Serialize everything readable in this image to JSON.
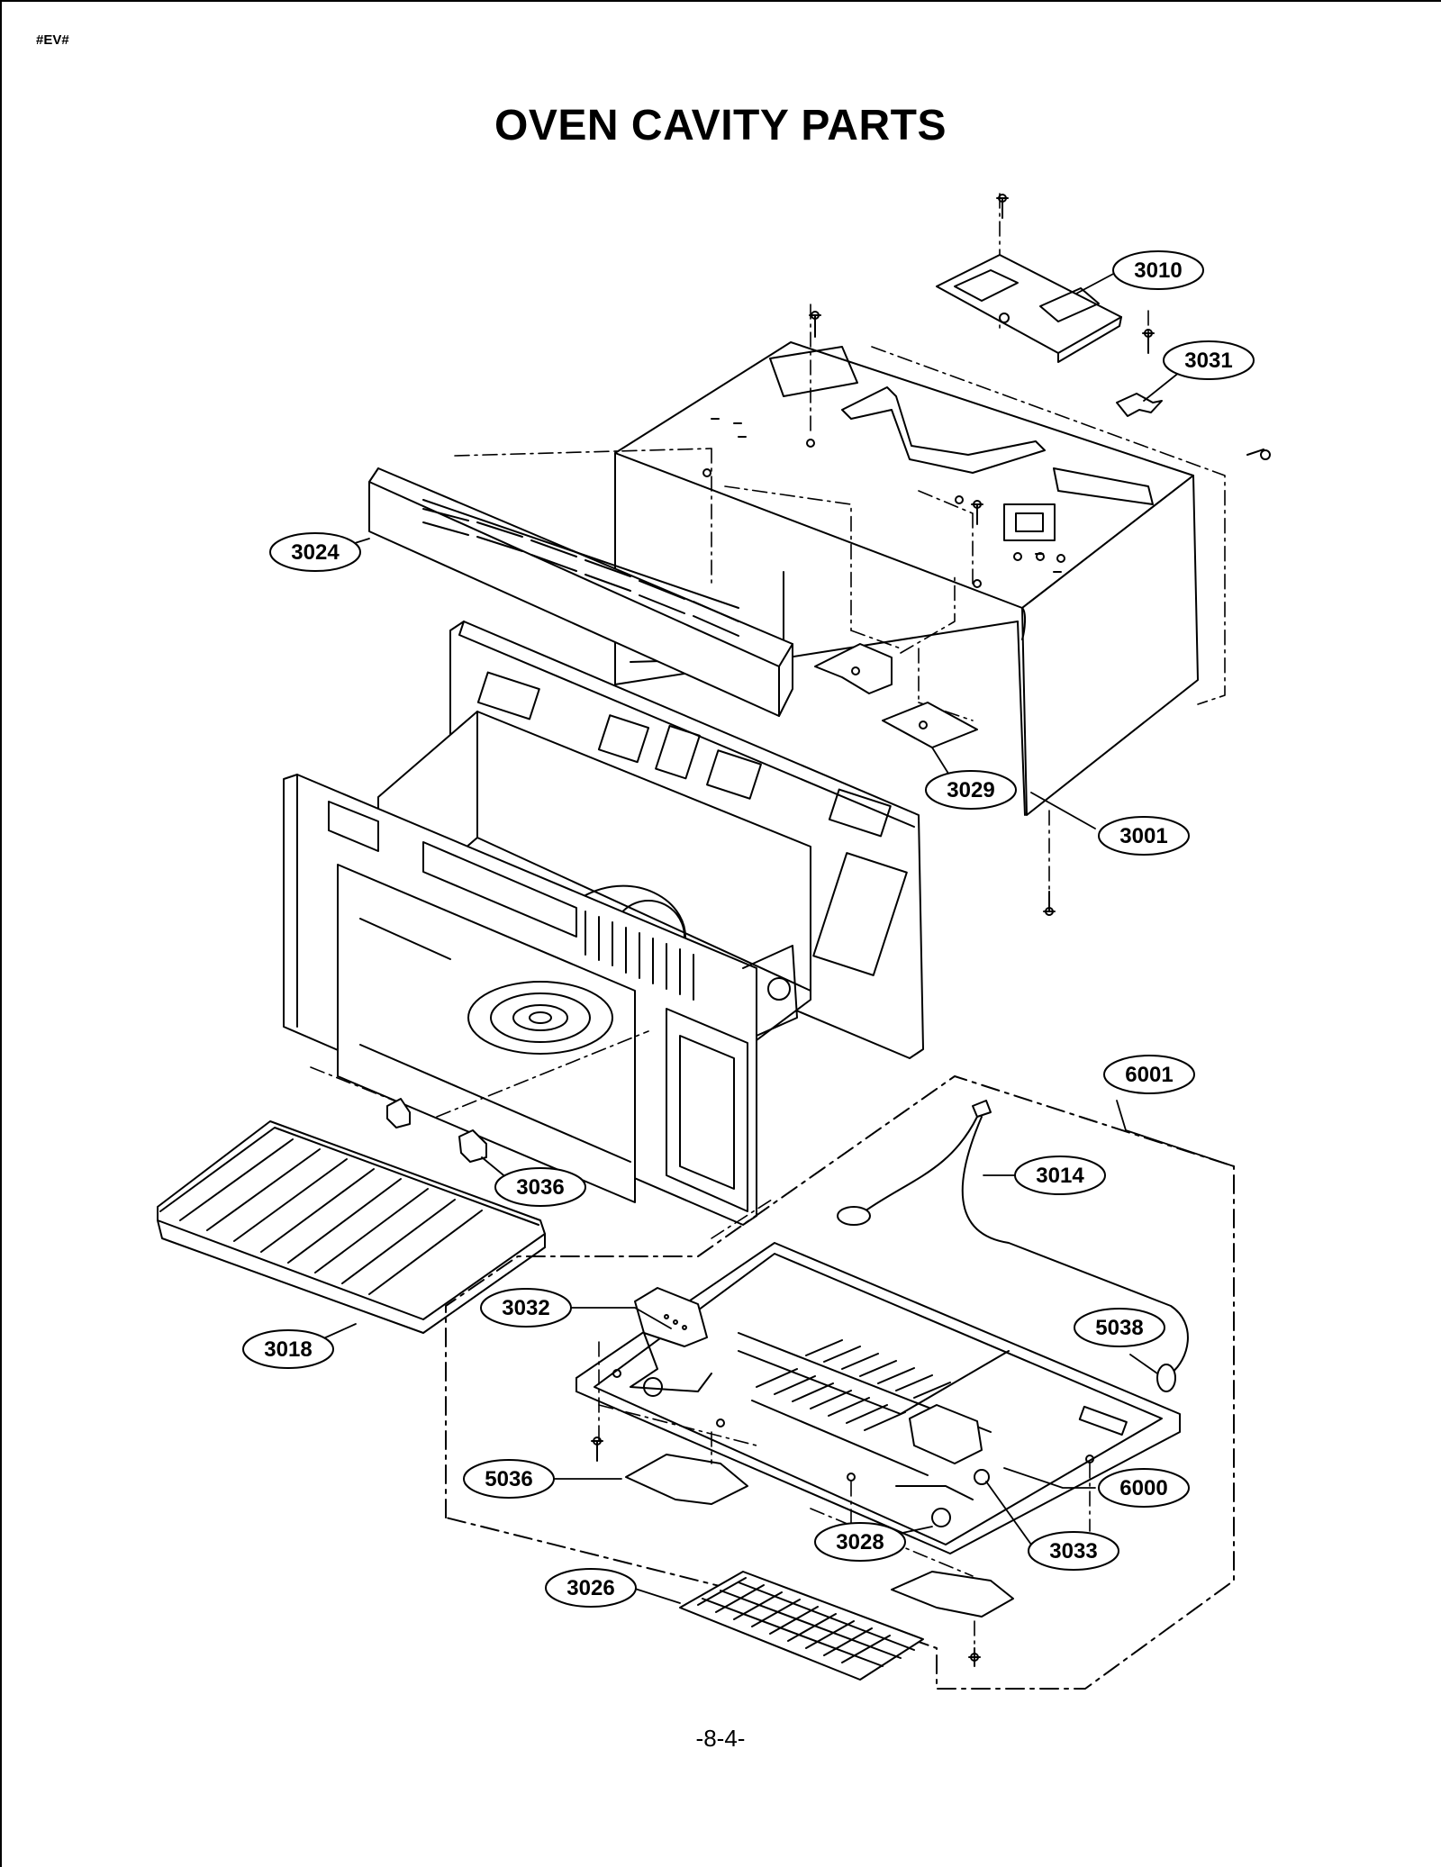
{
  "doc_code": "#EV#",
  "title": "OVEN CAVITY PARTS",
  "page_number": "-8-4-",
  "callouts": [
    {
      "id": "3010",
      "label": "3010"
    },
    {
      "id": "3031",
      "label": "3031"
    },
    {
      "id": "3024",
      "label": "3024"
    },
    {
      "id": "3029",
      "label": "3029"
    },
    {
      "id": "3001",
      "label": "3001"
    },
    {
      "id": "6001",
      "label": "6001"
    },
    {
      "id": "3014",
      "label": "3014"
    },
    {
      "id": "3036",
      "label": "3036"
    },
    {
      "id": "3018",
      "label": "3018"
    },
    {
      "id": "3032",
      "label": "3032"
    },
    {
      "id": "5038",
      "label": "5038"
    },
    {
      "id": "5036",
      "label": "5036"
    },
    {
      "id": "6000",
      "label": "6000"
    },
    {
      "id": "3028",
      "label": "3028"
    },
    {
      "id": "3033",
      "label": "3033"
    },
    {
      "id": "3026",
      "label": "3026"
    }
  ]
}
